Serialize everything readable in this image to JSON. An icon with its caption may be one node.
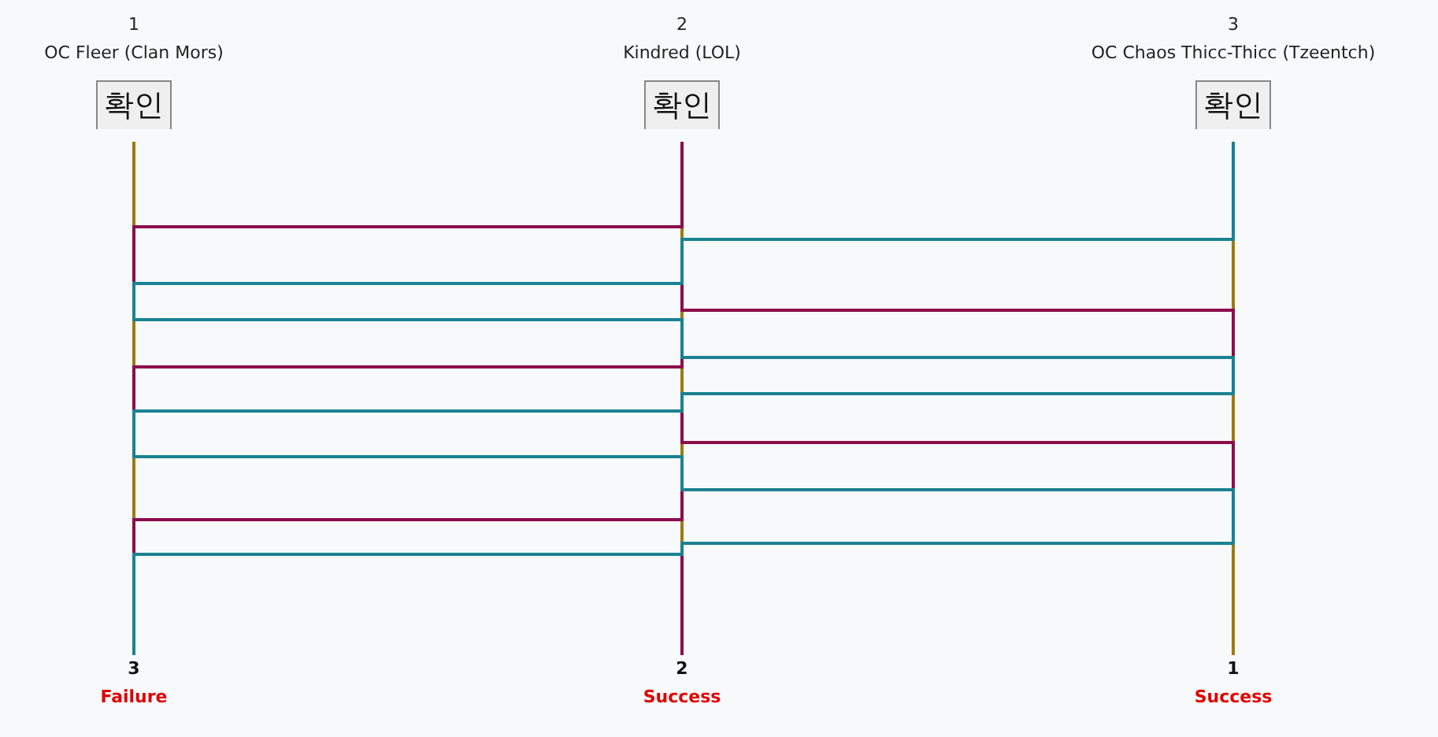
{
  "diagram": {
    "nodes": [
      {
        "text": [
          "1",
          "OC Fleer (Clan Mors)",
          "확인"
        ]
      },
      {
        "text": [
          "2",
          "Kindred (LOL)",
          "확인"
        ]
      },
      {
        "text": [
          "3",
          "OC Chaos Thicc-Thicc (Tzeentch)",
          "확인"
        ]
      },
      {
        "text": [
          "3",
          "Failure"
        ]
      },
      {
        "text": [
          "2",
          "Success"
        ]
      },
      {
        "text": [
          "1",
          "Success"
        ]
      }
    ],
    "edges": [
      {
        "from": 0,
        "to": 5,
        "arrow": "none",
        "color": "#9a7b14"
      },
      {
        "from": 1,
        "to": 4,
        "arrow": "none",
        "color": "#8c0c4c"
      },
      {
        "from": 2,
        "to": 3,
        "arrow": "none",
        "color": "#1a8292"
      }
    ]
  }
}
